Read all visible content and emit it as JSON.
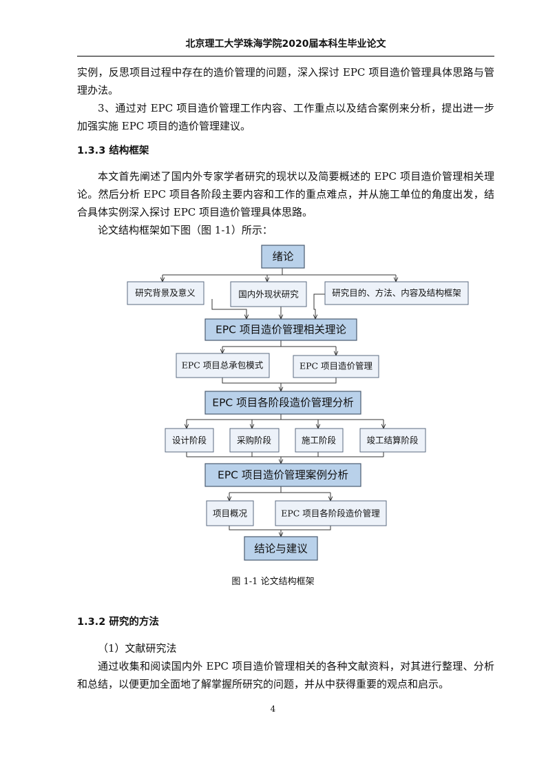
{
  "header": {
    "title": "北京理工大学珠海学院2020届本科生毕业论文"
  },
  "paragraphs": {
    "p1": "实例，反思项目过程中存在的造价管理的问题，深入探讨 EPC 项目造价管理具体思路与管理办法。",
    "p2": "3、通过对 EPC 项目造价管理工作内容、工作重点以及结合案例来分析，提出进一步加强实施 EPC 项目的造价管理建议。",
    "p3": "本文首先阐述了国内外专家学者研究的现状以及简要概述的 EPC 项目造价管理相关理论。然后分析 EPC 项目各阶段主要内容和工作的重点难点，并从施工单位的角度出发，结合具体实例深入探讨 EPC 项目造价管理具体思路。",
    "p4": "论文结构框架如下图（图 1-1）所示：",
    "p5": "（1）文献研究法",
    "p6": "通过收集和阅读国内外 EPC 项目造价管理相关的各种文献资料，对其进行整理、分析和总结，以便更加全面地了解掌握所研究的问题，并从中获得重要的观点和启示。"
  },
  "headings": {
    "h1": "1.3.3 结构框架",
    "h2": "1.3.2 研究的方法"
  },
  "diagram": {
    "root": "绪论",
    "level1": [
      "研究背景及意义",
      "国内外现状研究",
      "研究目的、方法、内容及结构框架"
    ],
    "theory": "EPC 项目造价管理相关理论",
    "level2": [
      "EPC 项目总承包模式",
      "EPC 项目造价管理"
    ],
    "stages": "EPC 项目各阶段造价管理分析",
    "level3": [
      "设计阶段",
      "采购阶段",
      "施工阶段",
      "竣工结算阶段"
    ],
    "case": "EPC 项目造价管理案例分析",
    "level4": [
      "项目概况",
      "EPC 项目各阶段造价管理"
    ],
    "conclusion": "结论与建议"
  },
  "caption": "图 1-1  论文结构框架",
  "page_number": "4"
}
